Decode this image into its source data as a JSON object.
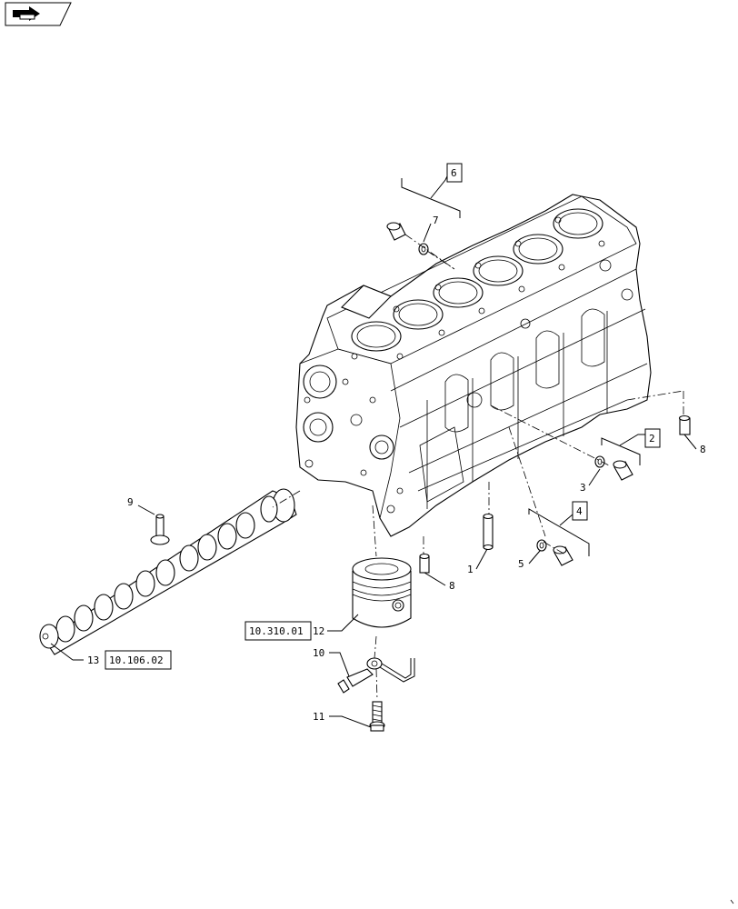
{
  "nav_icon": "next-page-arrow-icon",
  "callouts": {
    "c1": "1",
    "c2": "2",
    "c3": "3",
    "c4": "4",
    "c5": "5",
    "c6": "6",
    "c7": "7",
    "c8a": "8",
    "c8b": "8",
    "c9": "9",
    "c10": "10",
    "c11": "11",
    "c12": "12",
    "c13": "13"
  },
  "refs": {
    "piston_ref": "10.310.01",
    "camshaft_ref": "10.106.02"
  }
}
